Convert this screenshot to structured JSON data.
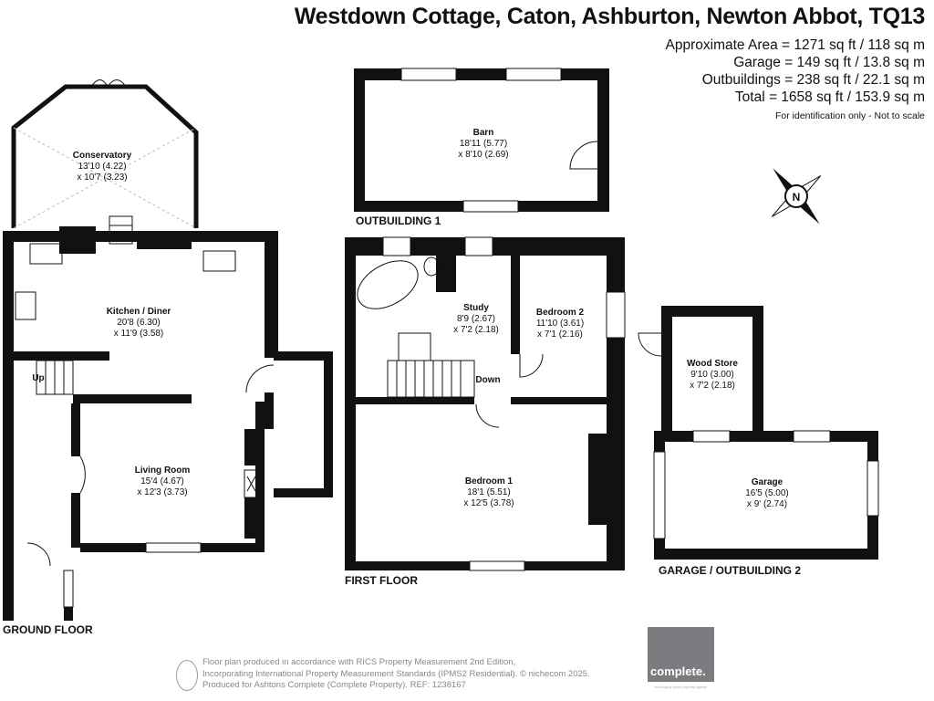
{
  "header": {
    "title": "Westdown Cottage, Caton, Ashburton, Newton Abbot, TQ13",
    "areas": [
      "Approximate Area = 1271 sq ft / 118 sq m",
      "Garage = 149 sq ft / 13.8 sq m",
      "Outbuildings = 238 sq ft / 22.1 sq m",
      "Total = 1658 sq ft / 153.9 sq m"
    ],
    "note": "For identification only - Not to scale"
  },
  "floors": {
    "ground": "GROUND FLOOR",
    "first": "FIRST FLOOR",
    "outbuilding1": "OUTBUILDING 1",
    "garage": "GARAGE / OUTBUILDING 2"
  },
  "rooms": {
    "conservatory": {
      "name": "Conservatory",
      "dim1": "13'10 (4.22)",
      "dim2": "x 10'7 (3.23)"
    },
    "kitchen": {
      "name": "Kitchen / Diner",
      "dim1": "20'8 (6.30)",
      "dim2": "x 11'9 (3.58)"
    },
    "living": {
      "name": "Living Room",
      "dim1": "15'4 (4.67)",
      "dim2": "x 12'3 (3.73)"
    },
    "barn": {
      "name": "Barn",
      "dim1": "18'11 (5.77)",
      "dim2": "x 8'10 (2.69)"
    },
    "study": {
      "name": "Study",
      "dim1": "8'9 (2.67)",
      "dim2": "x 7'2 (2.18)"
    },
    "bedroom2": {
      "name": "Bedroom 2",
      "dim1": "11'10 (3.61)",
      "dim2": "x 7'1 (2.16)"
    },
    "bedroom1": {
      "name": "Bedroom 1",
      "dim1": "18'1 (5.51)",
      "dim2": "x 12'5 (3.78)"
    },
    "woodstore": {
      "name": "Wood Store",
      "dim1": "9'10 (3.00)",
      "dim2": "x 7'2 (2.18)"
    },
    "garage": {
      "name": "Garage",
      "dim1": "16'5 (5.00)",
      "dim2": "x 9' (2.74)"
    }
  },
  "stairs": {
    "up": "Up",
    "down": "Down"
  },
  "compass": {
    "label": "N"
  },
  "footer": {
    "lines": [
      "Floor plan produced in accordance with RICS Property Measurement 2nd Edition,",
      "Incorporating International Property Measurement Standards (IPMS2 Residential).   © nichecom 2025.",
      "Produced for Ashtons Complete (Complete Property).   REF: 1238167"
    ],
    "logo": "complete.",
    "tagline": "thoroughly good property agents"
  },
  "colors": {
    "wall": "#111111",
    "logo_bg": "#7c7c80",
    "footer_text": "#888888"
  }
}
